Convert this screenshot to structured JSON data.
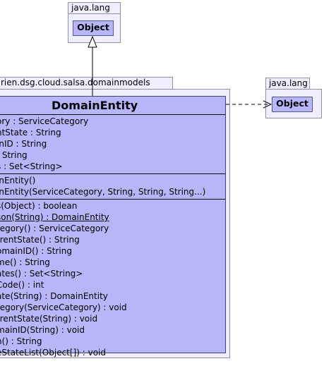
{
  "top_package": {
    "name": "java.lang",
    "class_name": "Object"
  },
  "main_package": {
    "name": "rien.dsg.cloud.salsa.domainmodels"
  },
  "right_package": {
    "name": "java.lang",
    "class_name": "Object"
  },
  "main_class": {
    "name": "DomainEntity",
    "attributes": [
      "ory : ServiceCategory",
      "ntState : String",
      "inID : String",
      ": String",
      "s : Set<String>"
    ],
    "constructors": [
      "inEntity()",
      "inEntity(ServiceCategory, String, String, String...)"
    ],
    "methods": [
      {
        "text": "s(Object) : boolean",
        "static": false
      },
      {
        "text": "son(String) : DomainEntity",
        "static": true
      },
      {
        "text": "tegory() : ServiceCategory",
        "static": false
      },
      {
        "text": "rrentState() : String",
        "static": false
      },
      {
        "text": "omainID() : String",
        "static": false
      },
      {
        "text": "me() : String",
        "static": false
      },
      {
        "text": "ates() : Set<String>",
        "static": false
      },
      {
        "text": "Code() : int",
        "static": false
      },
      {
        "text": "ate(String) : DomainEntity",
        "static": false
      },
      {
        "text": "tegory(ServiceCategory) : void",
        "static": false
      },
      {
        "text": "rrentState(String) : void",
        "static": false
      },
      {
        "text": "mainID(String) : void",
        "static": false
      },
      {
        "text": "n() : String",
        "static": false
      },
      {
        "text": "eStateList(Object[]) : void",
        "static": false
      }
    ]
  }
}
